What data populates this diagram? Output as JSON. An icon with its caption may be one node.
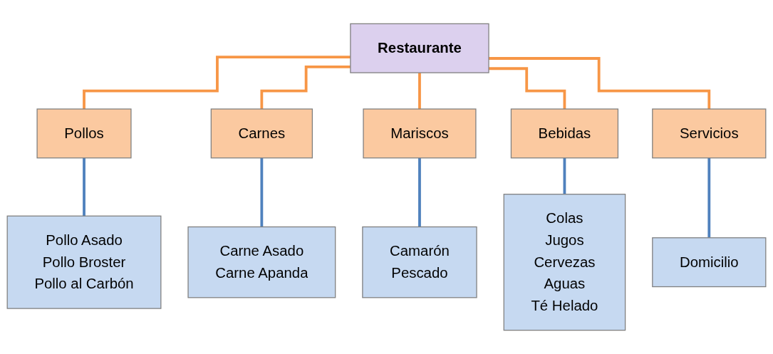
{
  "diagram": {
    "nodes": [
      {
        "text": [
          "Restaurante"
        ]
      },
      {
        "text": [
          "Pollos"
        ]
      },
      {
        "text": [
          "Carnes"
        ]
      },
      {
        "text": [
          "Mariscos"
        ]
      },
      {
        "text": [
          "Bebidas"
        ]
      },
      {
        "text": [
          "Servicios"
        ]
      },
      {
        "text": [
          "Pollo Asado",
          "Pollo Broster",
          "Pollo al Carbón"
        ]
      },
      {
        "text": [
          "Carne Asado",
          "Carne Apanda"
        ]
      },
      {
        "text": [
          "Camarón",
          "Pescado"
        ]
      },
      {
        "text": [
          "Colas",
          "Jugos",
          "Cervezas",
          "Aguas",
          "Té Helado"
        ]
      },
      {
        "text": [
          "Domicilio"
        ]
      }
    ],
    "edges": [
      {
        "from": 0,
        "to": 1,
        "arrow": "none",
        "color": "#f79646"
      },
      {
        "from": 0,
        "to": 2,
        "arrow": "none",
        "color": "#f79646"
      },
      {
        "from": 0,
        "to": 3,
        "arrow": "none",
        "color": "#f79646"
      },
      {
        "from": 0,
        "to": 4,
        "arrow": "none",
        "color": "#f79646"
      },
      {
        "from": 0,
        "to": 5,
        "arrow": "none",
        "color": "#f79646"
      },
      {
        "from": 1,
        "to": 6,
        "arrow": "none",
        "color": "#4f81bd"
      },
      {
        "from": 2,
        "to": 7,
        "arrow": "none",
        "color": "#4f81bd"
      },
      {
        "from": 3,
        "to": 8,
        "arrow": "none",
        "color": "#4f81bd"
      },
      {
        "from": 4,
        "to": 9,
        "arrow": "none",
        "color": "#4f81bd"
      },
      {
        "from": 5,
        "to": 10,
        "arrow": "none",
        "color": "#4f81bd"
      }
    ]
  }
}
